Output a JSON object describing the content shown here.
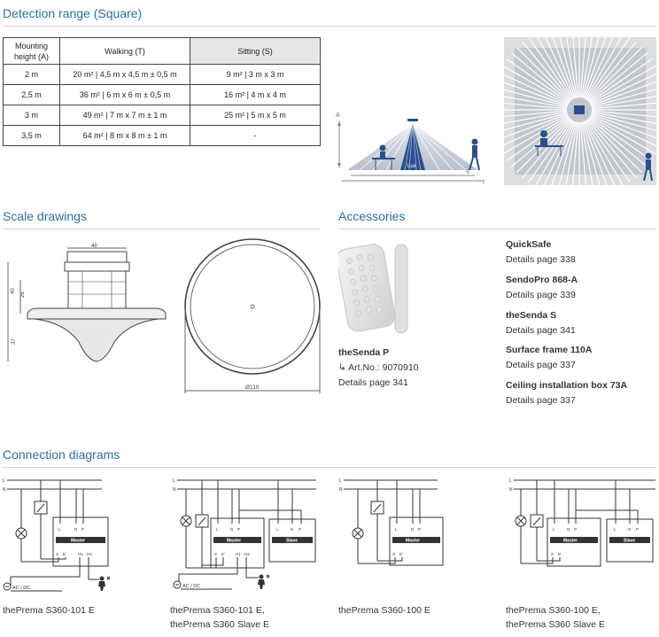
{
  "detection": {
    "title": "Detection range (Square)",
    "table": {
      "headers": [
        "Mounting height (A)",
        "Walking (T)",
        "Sitting (S)"
      ],
      "rows": [
        [
          "2 m",
          "20 m² | 4,5 m x 4,5 m ± 0,5 m",
          "9 m² | 3 m x 3 m"
        ],
        [
          "2,5 m",
          "36 m² | 6 m x 6 m ± 0,5 m",
          "16 m² | 4 m x 4 m"
        ],
        [
          "3 m",
          "49 m² | 7 m x 7 m ± 1 m",
          "25 m² | 5 m x 5 m"
        ],
        [
          "3,5 m",
          "64 m² | 8 m x 8 m ± 1 m",
          "-"
        ]
      ]
    },
    "side_labels": {
      "a": "A",
      "s": "S",
      "t": "T",
      "lux": "Lux"
    }
  },
  "scale": {
    "title": "Scale drawings",
    "dims": {
      "width_top": "48",
      "h40": "40",
      "h26": "26",
      "h37": "37",
      "diameter": "Ø110"
    }
  },
  "accessories": {
    "title": "Accessories",
    "remote": {
      "name": "theSenda P",
      "artno": "↳ Art.No.: 9070910",
      "details": "Details page 341"
    },
    "items": [
      {
        "name": "QuickSafe",
        "details": "Details page 338"
      },
      {
        "name": "SendoPro 868-A",
        "details": "Details page 339"
      },
      {
        "name": "theSenda S",
        "details": "Details page 341"
      },
      {
        "name": "Surface frame 110A",
        "details": "Details page 337"
      },
      {
        "name": "Ceiling installation box 73A",
        "details": "Details page 337"
      }
    ]
  },
  "connection": {
    "title": "Connection diagrams",
    "labels": {
      "L": "L",
      "N": "N",
      "P": "P",
      "master": "Master",
      "slave": "Slave",
      "acdc": "AC / DC",
      "s": "S",
      "e": "E'",
      "h1": "H1",
      "h2": "H2"
    },
    "captions": [
      {
        "line1": "thePrema S360-101 E",
        "line2": ""
      },
      {
        "line1": "thePrema S360-101 E,",
        "line2": "thePrema S360 Slave E"
      },
      {
        "line1": "thePrema S360-100 E",
        "line2": ""
      },
      {
        "line1": "thePrema S360-100 E,",
        "line2": "thePrema S360 Slave E"
      }
    ]
  },
  "colors": {
    "accent": "#2a6fa6",
    "rule": "#cfd8e0",
    "header_bg": "#e6e6e6",
    "detect_blue": "#2b4f8c"
  }
}
